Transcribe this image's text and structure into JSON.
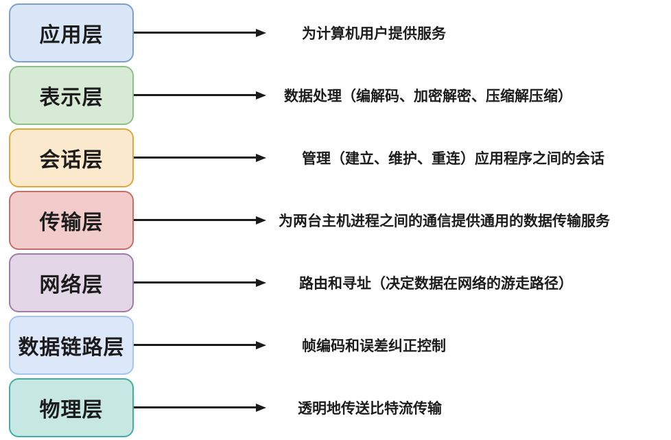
{
  "diagram": {
    "arrow_color": "#1a1a1a",
    "text_color": "#1c1c1c",
    "background": "#ffffff"
  },
  "layers": [
    {
      "id": "application",
      "label": "应用层",
      "description": "为计算机用户提供服务",
      "fill": "#D9E7F7",
      "border": "#7D9FCE"
    },
    {
      "id": "presentation",
      "label": "表示层",
      "description": "数据处理（编解码、加密解密、压缩解压缩）",
      "fill": "#D7EAD5",
      "border": "#8EBE8A"
    },
    {
      "id": "session",
      "label": "会话层",
      "description": "管理（建立、维护、重连）应用程序之间的会话",
      "fill": "#FBE9CD",
      "border": "#E0A838"
    },
    {
      "id": "transport",
      "label": "传输层",
      "description": "为两台主机进程之间的通信提供通用的数据传输服务",
      "fill": "#F2CCCA",
      "border": "#C66E6B"
    },
    {
      "id": "network",
      "label": "网络层",
      "description": "路由和寻址（决定数据在网络的游走路径）",
      "fill": "#E3D6E6",
      "border": "#A27BAD"
    },
    {
      "id": "datalink",
      "label": "数据链路层",
      "description": "帧编码和误差纠正控制",
      "fill": "#DCE8F9",
      "border": "#A4C5EC"
    },
    {
      "id": "physical",
      "label": "物理层",
      "description": "透明地传送比特流传输",
      "fill": "#C7E8E2",
      "border": "#3FAEA5"
    }
  ]
}
